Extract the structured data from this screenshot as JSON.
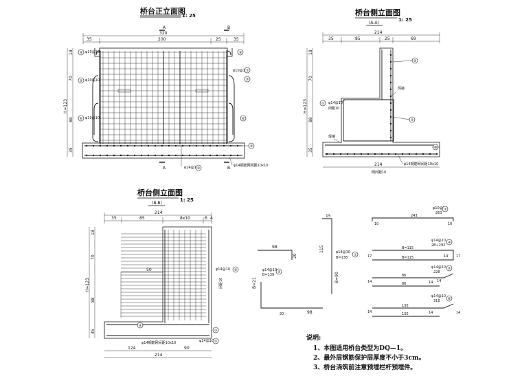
{
  "front": {
    "title": "桥台正立面图",
    "scale": "1: 25",
    "section_a": "A",
    "section_b": "B",
    "dims_top": [
      "320"
    ],
    "dims_top2": [
      "35",
      "200",
      "25",
      "35"
    ],
    "dims_left": [
      "18",
      "70",
      "H=123",
      "88",
      "35"
    ],
    "callouts": [
      "④",
      "⑤",
      "⑥",
      "①",
      "④",
      "⑤",
      "⑥",
      "②",
      "③"
    ],
    "rebar_labels": [
      "φ10@10",
      "φ10@10",
      "φ10@10",
      "φ14@10",
      "φ10@10",
      "φ14钢筋网间距10x10"
    ]
  },
  "side_aa": {
    "title": "桥台侧立面图",
    "subtitle": "(A-A)",
    "scale": "1: 25",
    "dims_top": [
      "214",
      "35",
      "85",
      "25",
      "69"
    ],
    "dims_left": [
      "18",
      "70",
      "H=123",
      "88",
      "35"
    ],
    "dims_bottom": [
      "214",
      "网间距10"
    ],
    "labels": [
      "焊接",
      "焊接",
      "φ14@10",
      "间距10",
      "φ14钢筋网间距10x10"
    ]
  },
  "side_bb": {
    "title": "桥台侧立面图",
    "subtitle": "(B-B)",
    "scale": "1: 25",
    "dims_top": [
      "214",
      "35",
      "85",
      "8x10",
      "6",
      "4"
    ],
    "dims_left": [
      "18",
      "70",
      "H=123",
      "88",
      "35"
    ],
    "dims_bottom": [
      "124",
      "90",
      "214"
    ],
    "labels": [
      "50",
      "φ14@10",
      "φ14钢筋网间距10x10",
      "φ14@10",
      "间距10"
    ]
  },
  "bars": {
    "bar2": {
      "dims": [
        "98",
        "20",
        "B=21",
        "98"
      ],
      "label": "φ14@10",
      "len": "B=139",
      "no": "②"
    },
    "bar1": {
      "dims": [
        "15",
        "115",
        "B=90"
      ],
      "label": "φ18@10",
      "len": "B=138",
      "no": "①"
    },
    "bar3": {
      "dims": [
        "10",
        "243",
        "10"
      ],
      "label": "φ10@10",
      "len": "263",
      "no": "③"
    },
    "bar4": {
      "dims": [
        "17",
        "B=115",
        "B=115",
        "14",
        "17"
      ],
      "label": "φ14@10",
      "len": "2B+292",
      "no": "④"
    },
    "bar5": {
      "dims": [
        "14",
        "86",
        "86",
        "14",
        "14"
      ],
      "label": "φ14@10",
      "len": "228",
      "no": "⑤"
    },
    "bar6": {
      "dims": [
        "14",
        "130",
        "130",
        "14",
        "14"
      ],
      "label": "φ14@10",
      "len": "316",
      "no": "⑥"
    }
  },
  "notes": {
    "heading": "说明:",
    "items": [
      "1、本图适用桥台类型为DQ—1。",
      "2、最外层钢筋保护层厚度不小于3cm。",
      "3、桥台浇筑前注意预埋栏杆预埋件。"
    ]
  }
}
